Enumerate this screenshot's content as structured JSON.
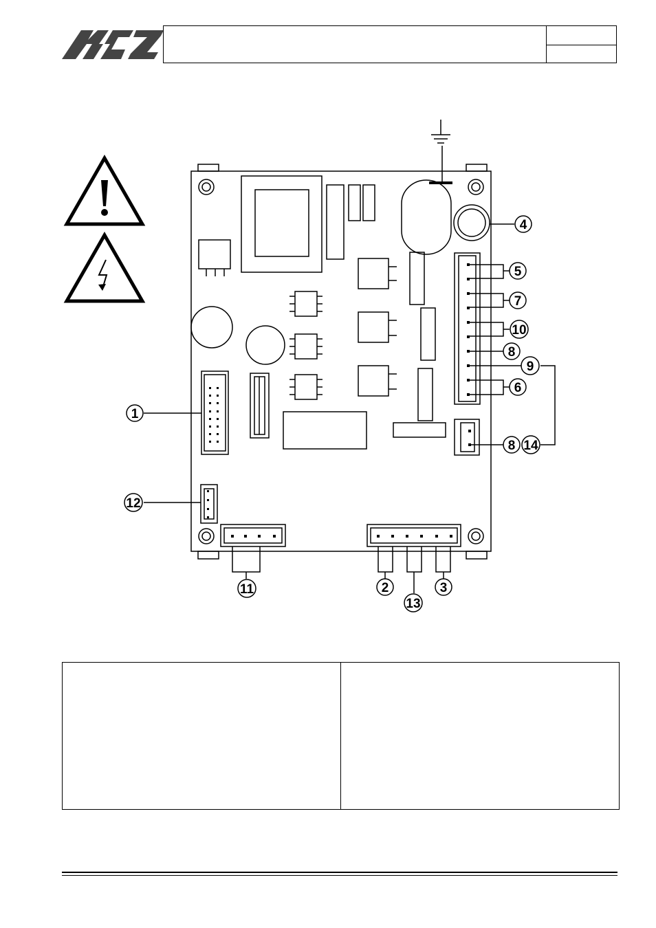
{
  "header": {
    "logo_text": "MCZ",
    "title": "",
    "page_ref_top": "",
    "page_ref_bottom": ""
  },
  "diagram": {
    "callouts": [
      "1",
      "2",
      "3",
      "4",
      "5",
      "6",
      "7",
      "8",
      "8",
      "9",
      "10",
      "11",
      "12",
      "13",
      "14"
    ],
    "warning_icons": [
      "exclamation-warning-icon",
      "electric-shock-warning-icon"
    ],
    "ground_symbol": "ground-icon"
  },
  "legend": {
    "left_column": "",
    "right_column": ""
  }
}
